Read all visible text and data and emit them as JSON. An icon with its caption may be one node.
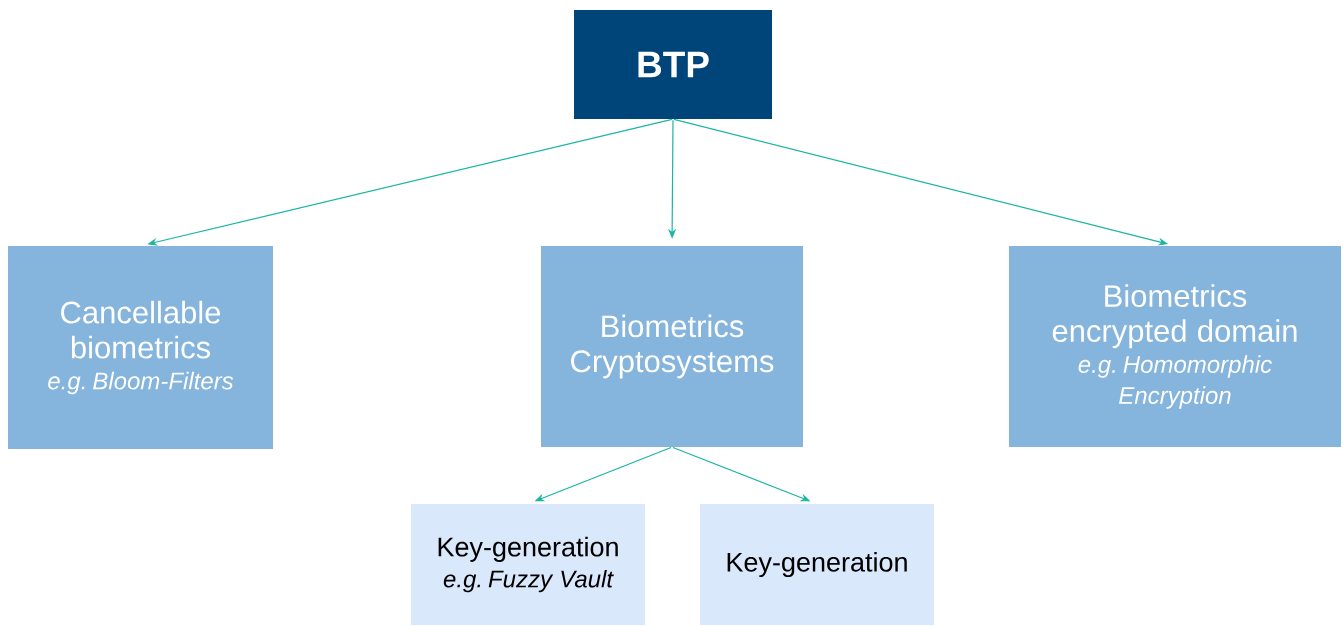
{
  "diagram": {
    "nodes": [
      {
        "text": [
          "BTP"
        ]
      },
      {
        "text": [
          "Cancellable biometrics",
          "e.g. Bloom-Filters"
        ]
      },
      {
        "text": [
          "Biometrics Cryptosystems"
        ]
      },
      {
        "text": [
          "Biometrics encrypted domain",
          "e.g. Homomorphic Encryption"
        ]
      },
      {
        "text": [
          "Key-generation",
          "e.g. Fuzzy Vault"
        ]
      },
      {
        "text": [
          "Key-generation"
        ]
      }
    ],
    "edges": [
      {
        "from": 0,
        "to": 1,
        "arrow": "to"
      },
      {
        "from": 0,
        "to": 2,
        "arrow": "to"
      },
      {
        "from": 0,
        "to": 3,
        "arrow": "to"
      },
      {
        "from": 2,
        "to": 4,
        "arrow": "to"
      },
      {
        "from": 2,
        "to": 5,
        "arrow": "to"
      }
    ]
  }
}
